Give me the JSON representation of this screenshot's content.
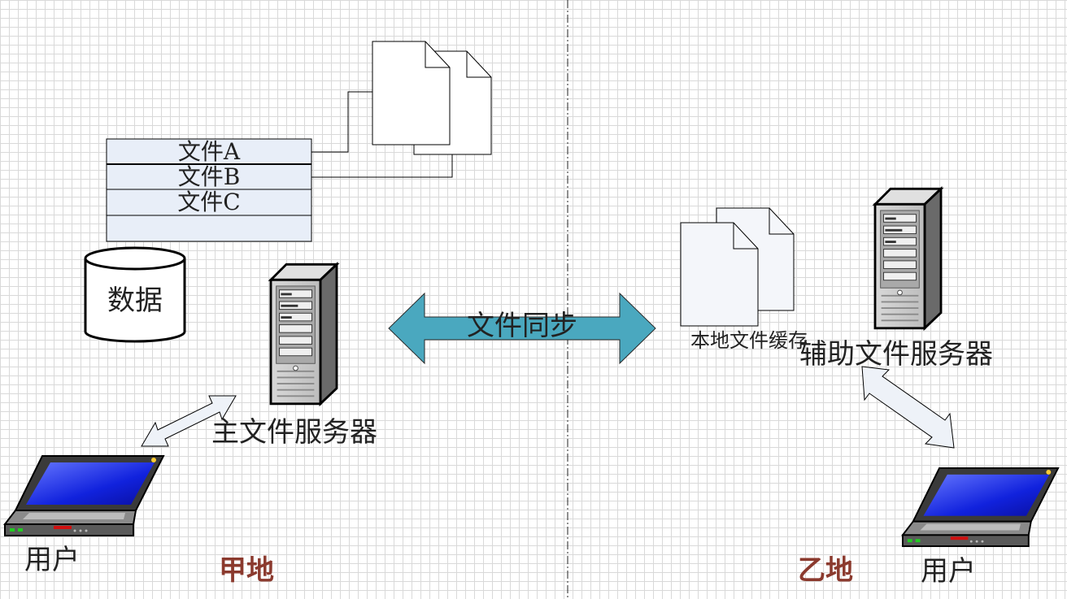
{
  "files_table": {
    "rows": [
      "文件A",
      "文件B",
      "文件C",
      ""
    ]
  },
  "database": {
    "label": "数据"
  },
  "sync": {
    "label": "文件同步"
  },
  "main_server": {
    "label": "主文件服务器"
  },
  "aux_server": {
    "label": "辅助文件服务器"
  },
  "local_cache": {
    "label": "本地文件缓存"
  },
  "site_a": {
    "label": "甲地",
    "user_label": "用户"
  },
  "site_b": {
    "label": "乙地",
    "user_label": "用户"
  },
  "colors": {
    "table_fill": "#e8eef8",
    "arrow_fill": "#4aa8bf",
    "outline_arrow_fill": "#eef2f8",
    "region_text": "#8b3a2e",
    "laptop_screen": "#2233ee"
  }
}
